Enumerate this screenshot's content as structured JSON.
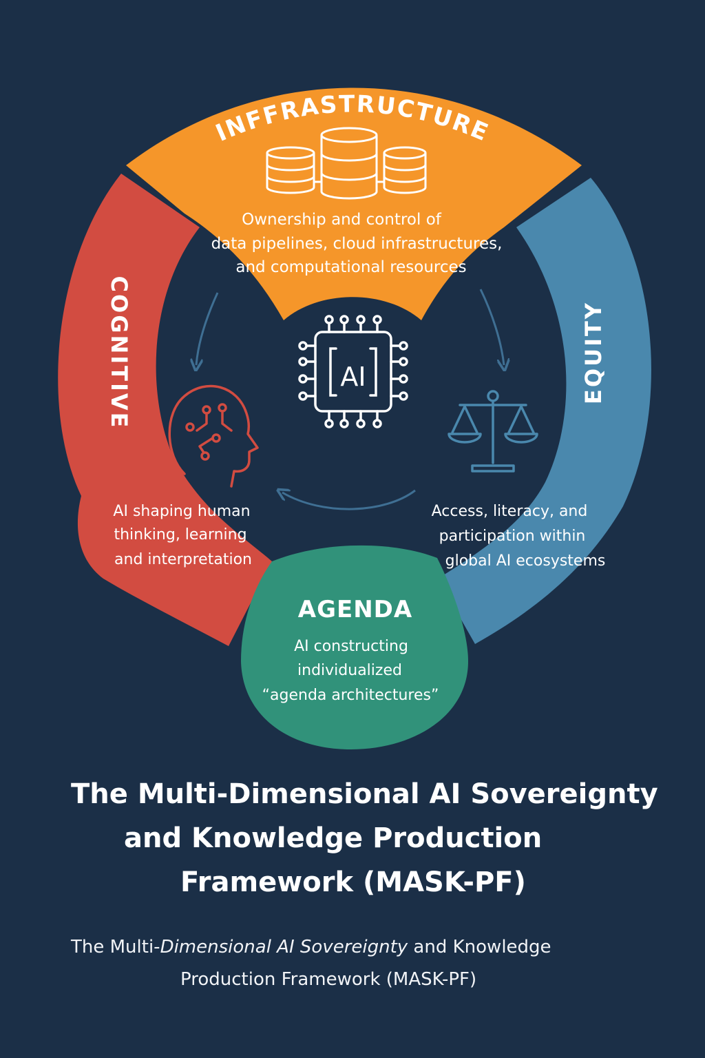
{
  "colors": {
    "background": "#1b2f47",
    "infrastructure": "#f5962a",
    "cognitive": "#d24c41",
    "equity": "#4a88ad",
    "agenda": "#31927a",
    "arrow": "#3f6f93"
  },
  "segments": {
    "infrastructure": {
      "label": "INFFRASTRUCTURE",
      "icon": "database-stack-icon",
      "lines": [
        "Ownership and control of",
        "data pipelines, cloud infrastructures,",
        "and computational resources"
      ]
    },
    "cognitive": {
      "label": "COGNITIVE",
      "icon": "brain-circuit-head-icon",
      "lines": [
        "AI shaping human",
        "thinking, learning",
        "and interpretation"
      ]
    },
    "equity": {
      "label": "EQUITY",
      "icon": "balance-scale-icon",
      "lines": [
        "Access, literacy, and",
        "participation within",
        "global AI ecosystems"
      ]
    },
    "agenda": {
      "label": "AGENDA",
      "lines": [
        "AI constructing",
        "individualized",
        "“agenda architectures”"
      ]
    }
  },
  "center": {
    "icon": "ai-chip-icon",
    "chip_label": "AI"
  },
  "title": {
    "lines": [
      "The Multi-Dimensional AI Sovereignty",
      "and Knowledge Production",
      "Framework (MASK-PF)"
    ]
  },
  "subtitle": {
    "line1_a": "The Multi-",
    "line1_b": "Dimensional AI Sovereignty",
    "line1_c": " and Knowledge",
    "line2": "Production Framework (MASK-PF)"
  }
}
